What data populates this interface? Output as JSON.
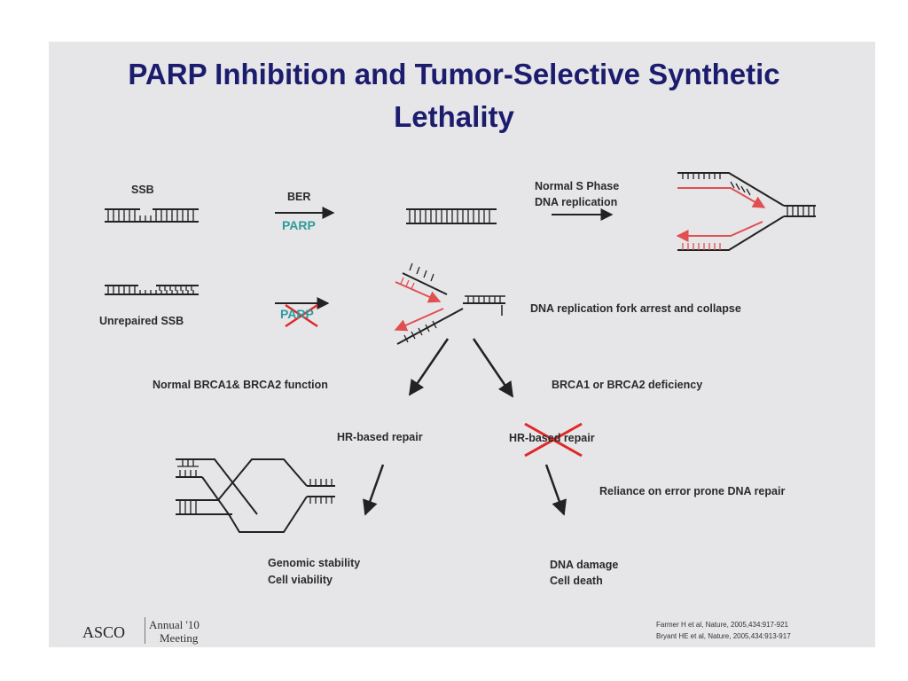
{
  "title_line1": "PARP Inhibition and Tumor-Selective Synthetic",
  "title_line2": "Lethality",
  "labels": {
    "ssb": "SSB",
    "ber": "BER",
    "parp": "PARP",
    "parp_inhibited": "PARP",
    "normal_s_phase_1": "Normal S Phase",
    "normal_s_phase_2": "DNA replication",
    "unrepaired_ssb": "Unrepaired SSB",
    "fork_arrest": "DNA replication fork arrest and collapse",
    "normal_brca": "Normal BRCA1& BRCA2 function",
    "brca_deficiency": "BRCA1 or BRCA2 deficiency",
    "hr_repair": "HR-based repair",
    "hr_repair_crossed": "HR-based repair",
    "reliance": "Reliance on error prone DNA repair",
    "genomic_stability": "Genomic stability",
    "cell_viability": "Cell viability",
    "dna_damage": "DNA damage",
    "cell_death": "Cell death"
  },
  "references": {
    "ref1": "Farmer H et al, Nature, 2005,434:917-921",
    "ref2": "Bryant HE et al, Nature, 2005,434:913-917"
  },
  "logo": {
    "org": "ASCO",
    "event_line1": "Annual '10",
    "event_line2": "Meeting"
  },
  "colors": {
    "title": "#1c1c6e",
    "parp": "#2e9b9b",
    "strand_red": "#e05050",
    "cross_red": "#e02828",
    "slide_bg": "#e6e6e8"
  }
}
